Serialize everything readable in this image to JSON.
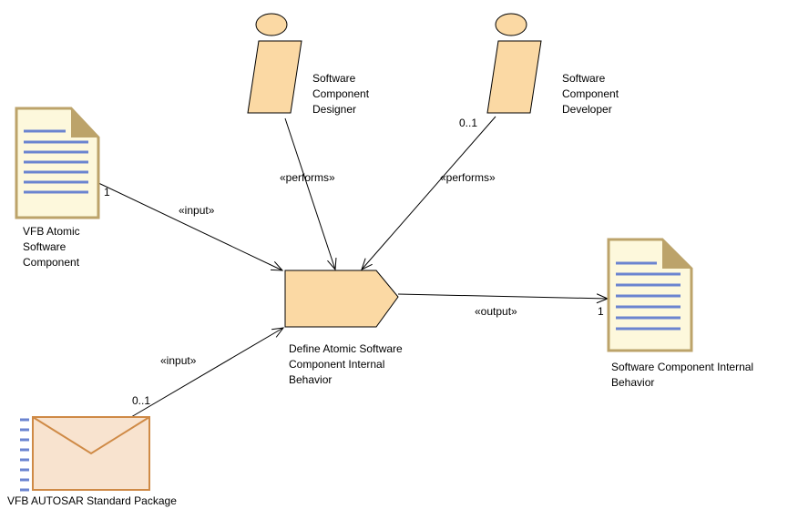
{
  "roles": [
    {
      "id": "designer",
      "name_lines": [
        "Software",
        "Component",
        "Designer"
      ]
    },
    {
      "id": "developer",
      "name_lines": [
        "Software",
        "Component",
        "Developer"
      ]
    }
  ],
  "task": {
    "name_lines": [
      "Define Atomic Software",
      "Component Internal",
      "Behavior"
    ]
  },
  "work_products": {
    "vfb_atomic": {
      "name_lines": [
        "VFB Atomic",
        "Software",
        "Component"
      ]
    },
    "internal_behavior": {
      "name_lines": [
        "Software Component Internal",
        "Behavior"
      ]
    },
    "autosar_package": {
      "name_lines": [
        "VFB AUTOSAR Standard Package"
      ]
    }
  },
  "relations": {
    "designer_performs": {
      "stereotype": "«performs»"
    },
    "developer_performs": {
      "stereotype": "«performs»",
      "multiplicity": "0..1"
    },
    "vfb_input": {
      "stereotype": "«input»",
      "multiplicity": "1"
    },
    "package_input": {
      "stereotype": "«input»",
      "multiplicity": "0..1"
    },
    "output": {
      "stereotype": "«output»",
      "multiplicity": "1"
    }
  },
  "colors": {
    "role_fill": "#fbd9a4",
    "task_fill": "#fbd9a4",
    "doc_fill": "#fdf8dc",
    "doc_border": "#bca36a",
    "doc_lines": "#6b84d0",
    "envelope_fill": "#f8e3cf",
    "envelope_border": "#cf8a46",
    "line": "#000000"
  }
}
